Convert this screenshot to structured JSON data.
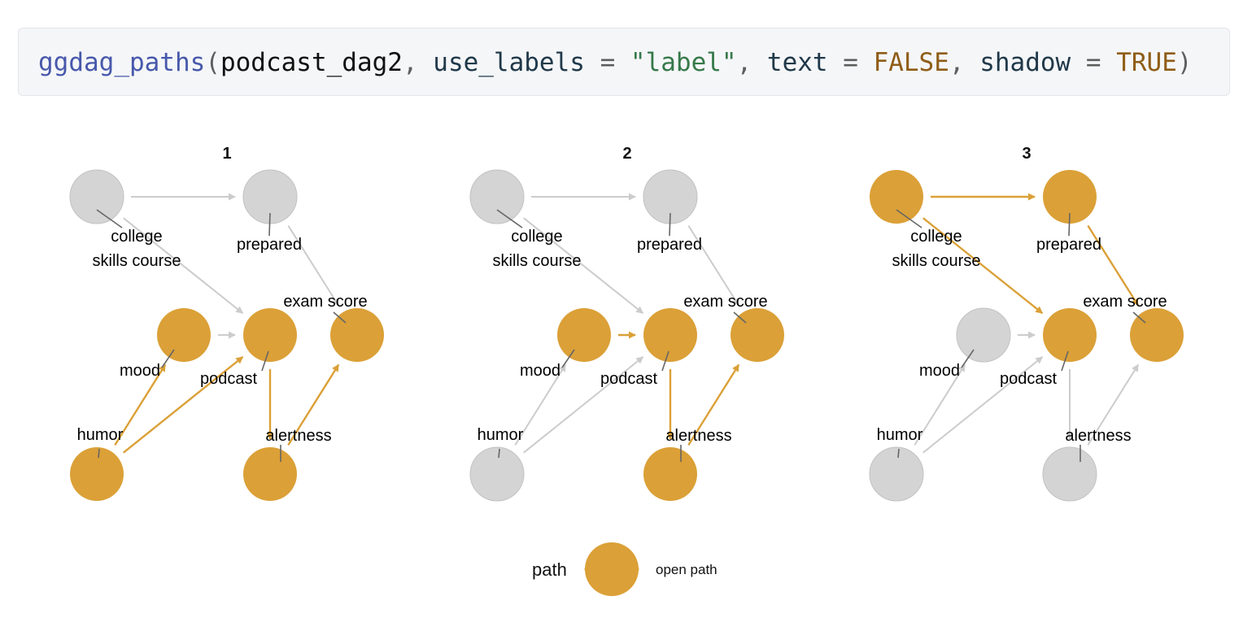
{
  "code": {
    "function": "ggdag_paths",
    "open_paren": "(",
    "object": "podcast_dag2",
    "sep1": ", ",
    "arg1_name": "use_labels",
    "eq1": " = ",
    "arg1_value": "\"label\"",
    "sep2": ", ",
    "arg2_name": "text",
    "eq2": " = ",
    "arg2_value": "FALSE",
    "sep3": ", ",
    "arg3_name": "shadow",
    "eq3": " = ",
    "arg3_value": "TRUE",
    "close_paren": ")"
  },
  "colors": {
    "open_path": "#dba037",
    "inactive_node": "#d4d4d4",
    "inactive_edge": "#cccccc",
    "code_background": "#f5f6f8"
  },
  "dag": {
    "nodes": [
      {
        "id": "college",
        "label": "college\nskills course"
      },
      {
        "id": "prepared",
        "label": "prepared"
      },
      {
        "id": "mood",
        "label": "mood"
      },
      {
        "id": "podcast",
        "label": "podcast"
      },
      {
        "id": "exam",
        "label": "exam score"
      },
      {
        "id": "humor",
        "label": "humor"
      },
      {
        "id": "alertness",
        "label": "alertness"
      }
    ],
    "edges": [
      [
        "college",
        "prepared"
      ],
      [
        "college",
        "podcast"
      ],
      [
        "prepared",
        "exam"
      ],
      [
        "mood",
        "podcast"
      ],
      [
        "humor",
        "mood"
      ],
      [
        "humor",
        "podcast"
      ],
      [
        "podcast",
        "alertness"
      ],
      [
        "alertness",
        "exam"
      ]
    ]
  },
  "panels": [
    {
      "title": "1",
      "path_nodes": [
        "mood",
        "podcast",
        "exam",
        "humor",
        "alertness"
      ],
      "path_edges": [
        "humor>mood",
        "humor>podcast",
        "podcast>alertness",
        "alertness>exam"
      ]
    },
    {
      "title": "2",
      "path_nodes": [
        "mood",
        "podcast",
        "exam",
        "alertness"
      ],
      "path_edges": [
        "mood>podcast",
        "podcast>alertness",
        "alertness>exam"
      ]
    },
    {
      "title": "3",
      "path_nodes": [
        "college",
        "prepared",
        "podcast",
        "exam"
      ],
      "path_edges": [
        "college>prepared",
        "college>podcast",
        "prepared>exam"
      ]
    }
  ],
  "legend": {
    "title": "path",
    "item_label": "open path"
  }
}
